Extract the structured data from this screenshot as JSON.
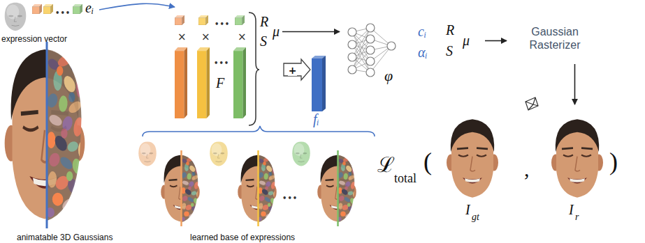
{
  "diagram": {
    "nodes": [
      {
        "text": [
          "eᵢ",
          "expression vector"
        ]
      },
      {
        "text": [
          "F"
        ]
      },
      {
        "text": [
          "R",
          "S",
          "μ"
        ],
        "in": 1
      },
      {
        "text": [
          "fᵢ"
        ]
      },
      {
        "text": [
          "φ"
        ]
      },
      {
        "text": [
          "cᵢ",
          "αᵢ",
          "R",
          "S",
          "μ"
        ]
      },
      {
        "text": [
          "Gaussian Rasterizer"
        ]
      },
      {
        "text": [
          "I",
          "r"
        ]
      }
    ],
    "edges": [
      {
        "from": 0,
        "to": 1,
        "arrow": "to"
      },
      {
        "from": 1,
        "to": 3,
        "arrow": "to",
        "label": "+"
      },
      {
        "from": 2,
        "to": 4,
        "arrow": "to"
      },
      {
        "from": 5,
        "to": 6,
        "arrow": "to"
      },
      {
        "from": 6,
        "to": 7,
        "arrow": "to"
      }
    ],
    "labels": [
      "•••",
      "•••",
      "×",
      "×",
      "×",
      "•••",
      "•••",
      "animatable 3D Gaussians",
      "learned base of expressions",
      "ℒ",
      "total",
      "(",
      "I",
      "gt",
      ",",
      ")"
    ]
  }
}
